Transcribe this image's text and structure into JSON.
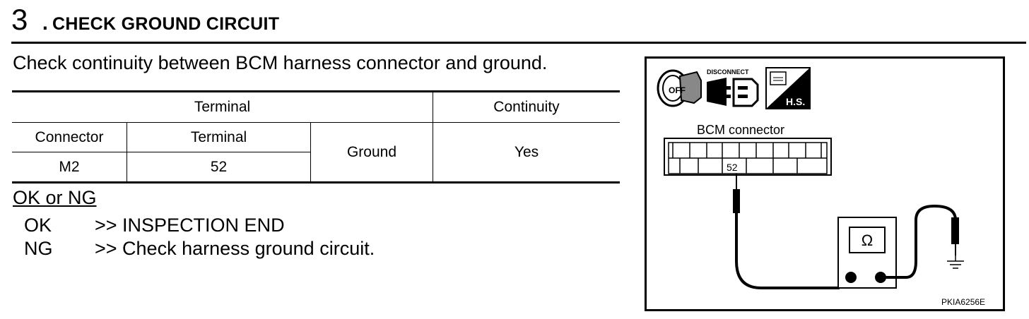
{
  "step": {
    "number": "3",
    "title": "CHECK GROUND CIRCUIT"
  },
  "instruction": "Check continuity between BCM harness connector and ground.",
  "table": {
    "header_terminal": "Terminal",
    "header_continuity": "Continuity",
    "sub_connector": "Connector",
    "sub_terminal": "Terminal",
    "ground": "Ground",
    "connector_value": "M2",
    "terminal_value": "52",
    "continuity_value": "Yes"
  },
  "results": {
    "label": "OK or NG",
    "items": [
      {
        "code": "OK",
        "action": ">> INSPECTION END"
      },
      {
        "code": "NG",
        "action": ">> Check harness ground circuit."
      }
    ]
  },
  "diagram": {
    "ignition_label": "OFF",
    "disconnect_label": "DISCONNECT",
    "hs_label": "H.S.",
    "connector_label": "BCM connector",
    "pin_label": "52",
    "meter_symbol": "Ω",
    "ref_code": "PKIA6256E"
  }
}
